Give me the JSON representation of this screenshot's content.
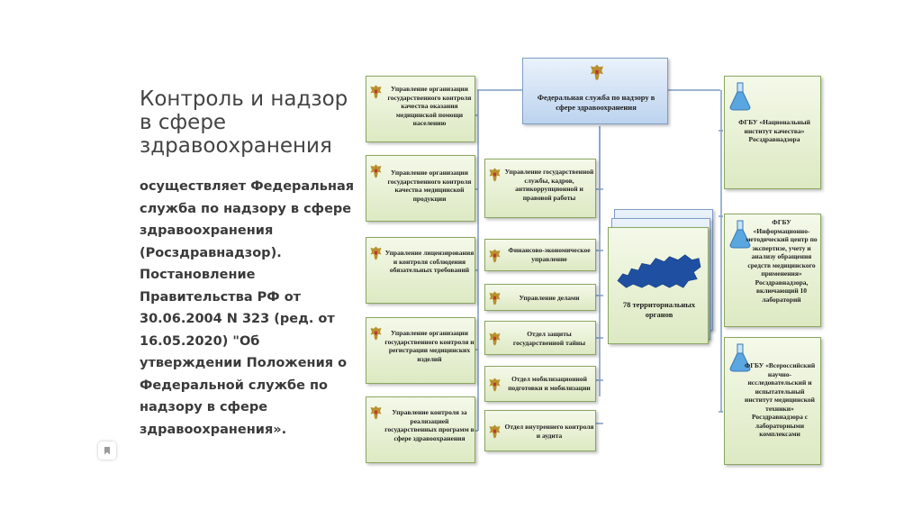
{
  "slide": {
    "title": "Контроль и надзор в сфере здравоохранения",
    "body": "осуществляет Федеральная служба по надзору в сфере здравоохранения (Росздравнадзор). Постановление Правительства РФ от 30.06.2004 N 323 (ред. от 16.05.2020) \"Об утверждении Положения о Федеральной службе по надзору в сфере здравоохранения»."
  },
  "diagram": {
    "center": "Федеральная служба по надзору в сфере здравоохранения",
    "left_column": [
      "Управление организации государственного контроля качества оказания медицинской помощи населению",
      "Управление организации государственного контроля качества медицинской продукции",
      "Управление лицензирования и контроля соблюдения обязательных требований",
      "Управление организации государственного контроля и регистрации медицинских изделий",
      "Управление контроля за реализацией государственных программ в сфере здравоохранения"
    ],
    "middle_column": [
      "Управление государственной службы, кадров, антикоррупционной и правовой работы",
      "Финансово-экономическое управление",
      "Управление делами",
      "Отдел защиты государственной тайны",
      "Отдел мобилизационной подготовки и мобилизации",
      "Отдел внутреннего контроля и аудита"
    ],
    "territorial": "78 территориальных органов",
    "right_column": [
      "ФГБУ «Национальный институт качества» Росздравнадзора",
      "ФГБУ «Информационно-методический центр по экспертизе, учету и анализу обращения средств медицинского применения» Росздравнадзора, включающий 10 лабораторий",
      "ФГБУ «Всероссийский научно-исследовательский и испытательный институт медицинской техники» Росздравнадзора с лабораторными комплексами"
    ]
  },
  "colors": {
    "green_box": "#dde9c3",
    "blue_box": "#bcd3ee",
    "connector": "#7f9cc6",
    "map": "#1f4fa0"
  },
  "icons": [
    "coat-of-arms-icon",
    "flask-icon",
    "russia-map-icon",
    "bookmark-icon"
  ]
}
